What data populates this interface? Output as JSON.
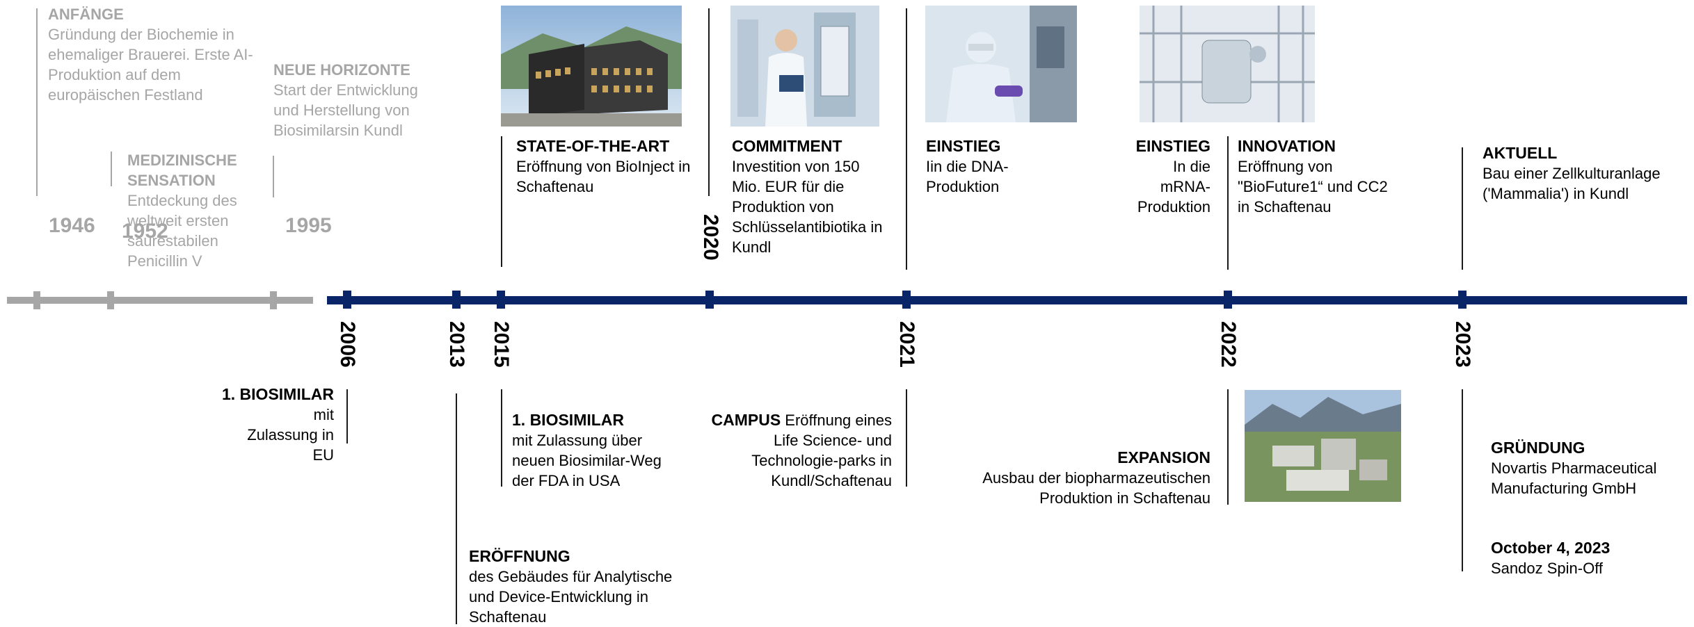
{
  "years": {
    "y1946": "1946",
    "y1952": "1952",
    "y1995": "1995",
    "y2006": "2006",
    "y2013": "2013",
    "y2015": "2015",
    "y2020": "2020",
    "y2021": "2021",
    "y2022": "2022",
    "y2023": "2023"
  },
  "events": {
    "anfaenge": {
      "title": "ANFÄNGE",
      "text": "Gründung der Biochemie in ehemaliger Brauerei. Erste AI-Produktion auf dem europäischen Festland"
    },
    "medizinisch": {
      "title": "MEDIZINISCHE SENSATION",
      "text": "Entdeckung des weltweit ersten säurestabilen Penicillin V"
    },
    "neue_horizonte": {
      "title": "NEUE HORIZONTE",
      "text": "Start der Entwicklung und Herstellung von Biosimilarsin Kundl"
    },
    "state_of_the_art": {
      "title": "STATE-OF-THE-ART",
      "text": "Eröffnung von BioInject in Schaftenau"
    },
    "commitment": {
      "title": "COMMITMENT",
      "text": "Investition von 150 Mio. EUR für die Produktion von Schlüsselantibiotika in Kundl"
    },
    "einstieg_dna": {
      "title": "EINSTIEG",
      "text": "Iin die DNA-Produktion"
    },
    "einstieg_mrna": {
      "title": "EINSTIEG",
      "text": "In die mRNA-Produktion"
    },
    "innovation": {
      "title": "INNOVATION",
      "text": "Eröffnung von \"BioFuture1“ und CC2 in Schaftenau"
    },
    "aktuell": {
      "title": "AKTUELL",
      "text": "Bau einer Zellkulturanlage ('Mammalia') in Kundl"
    },
    "biosimilar_eu": {
      "title": "1. BIOSIMILAR",
      "text": "mit Zulassung in EU"
    },
    "eroeffnung": {
      "title": "ERÖFFNUNG",
      "text": "des Gebäudes für Analytische und Device-Entwicklung in Schaftenau"
    },
    "biosimilar_usa": {
      "title": "1. BIOSIMILAR",
      "text": "mit Zulassung über neuen Biosimilar-Weg der FDA in USA"
    },
    "campus": {
      "title": "CAMPUS",
      "text": "Eröffnung eines Life Science- und Technologie-parks in Kundl/Schaftenau"
    },
    "expansion": {
      "title": "EXPANSION",
      "text": "Ausbau der biopharmazeutischen Produktion in Schaftenau"
    },
    "gruendung": {
      "title": "GRÜNDUNG",
      "text": "Novartis Pharmaceutical Manufacturing GmbH"
    },
    "spinoff": {
      "title": "October 4, 2023",
      "text": "Sandoz Spin-Off"
    }
  },
  "colors": {
    "timeline_blue": "#0a2468",
    "past_gray": "#a6a6a6",
    "text": "#000000"
  },
  "images": [
    "factory-building-photo",
    "lab-worker-photo",
    "cleanroom-photo",
    "bioreactor-photo",
    "aerial-site-photo"
  ]
}
